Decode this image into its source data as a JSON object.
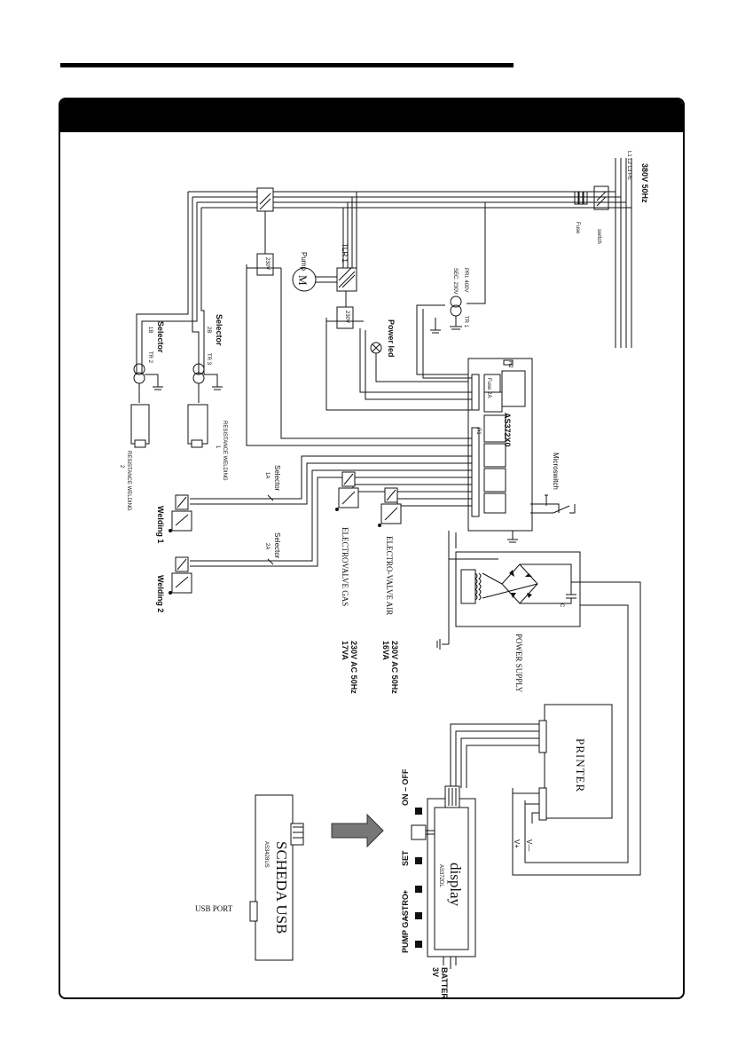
{
  "labels": {
    "supply": "380V  50Hz",
    "lines": "L1 L2 L3 PE",
    "fuse": "Fuse",
    "switch": "switch",
    "transformer_pri": "PRI.  400V",
    "transformer_sec": "SEC.  230V",
    "transformer_tr": "TR  1",
    "tlr": "TLR  1",
    "pump": "Pump",
    "motor": "M",
    "coil_230v": "230V",
    "power_led": "Power led",
    "selector_1b": "Selector",
    "selector_1b_sub": "1B",
    "tr2": "TR  2",
    "selector_2b": "Selector",
    "selector_2b_sub": "2B",
    "tr3": "TR  3",
    "resistance_welding_1": "RESISTANCE WELDING",
    "resistance_welding_1_num": "1",
    "resistance_welding_2": "RESISTANCE WELDING",
    "resistance_welding_2_num": "2",
    "board": "AS372X0",
    "r2": "R2",
    "r1": "R1",
    "fuse_board": "Fuse 2A",
    "microswitch": "Microswitch",
    "selector_1a": "Selector",
    "selector_1a_sub": "1A",
    "selector_2a": "Selector",
    "selector_2a_sub": "2A",
    "welding_1": "Welding  1",
    "welding_2": "Welding  2",
    "ev_gas": "ELECTROVALVE GAS",
    "ev_air": "ELECTRO-VALVE AIR",
    "gas_rating_1": "230V  AC  50Hz",
    "gas_rating_2": "17VA",
    "air_rating_1": "230V  AC  50Hz",
    "air_rating_2": "16VA",
    "power_supply": "POWER SUPPLY",
    "cap": "C",
    "printer": "PRINTER",
    "v_minus": "V—",
    "v_plus": "V+",
    "display": "display",
    "display_sub": "AS372DL",
    "on_off": "ON  –  OFF",
    "set": "SET",
    "plus": "+",
    "minus": "–",
    "pump_gastro": "PUMP GASTRO",
    "battery": "BATTERY",
    "battery_v": "3V",
    "usb_board": "SCHEDA  USB",
    "usb_board_sub": "AS3428US",
    "usb_port": "USB PORT"
  }
}
